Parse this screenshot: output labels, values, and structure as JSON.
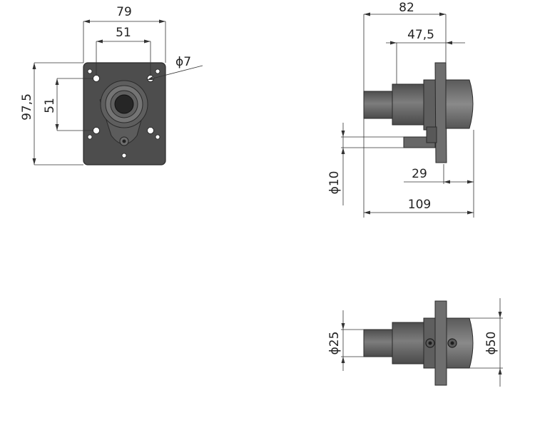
{
  "dimensions": {
    "front_width": "79",
    "front_hole_spacing": "51",
    "front_hole_diameter": "ϕ7",
    "front_height": "97,5",
    "front_vertical_spacing": "51",
    "side_flange_length": "82",
    "side_shaft_length": "47,5",
    "side_pin_diameter": "ϕ10",
    "side_cap_length": "29",
    "side_total_length": "109",
    "bottom_shaft_diameter": "ϕ25",
    "bottom_cap_diameter": "ϕ50"
  },
  "colors": {
    "plate": "#4d4d4d",
    "body": "#6a6a6a",
    "line": "#333333"
  }
}
